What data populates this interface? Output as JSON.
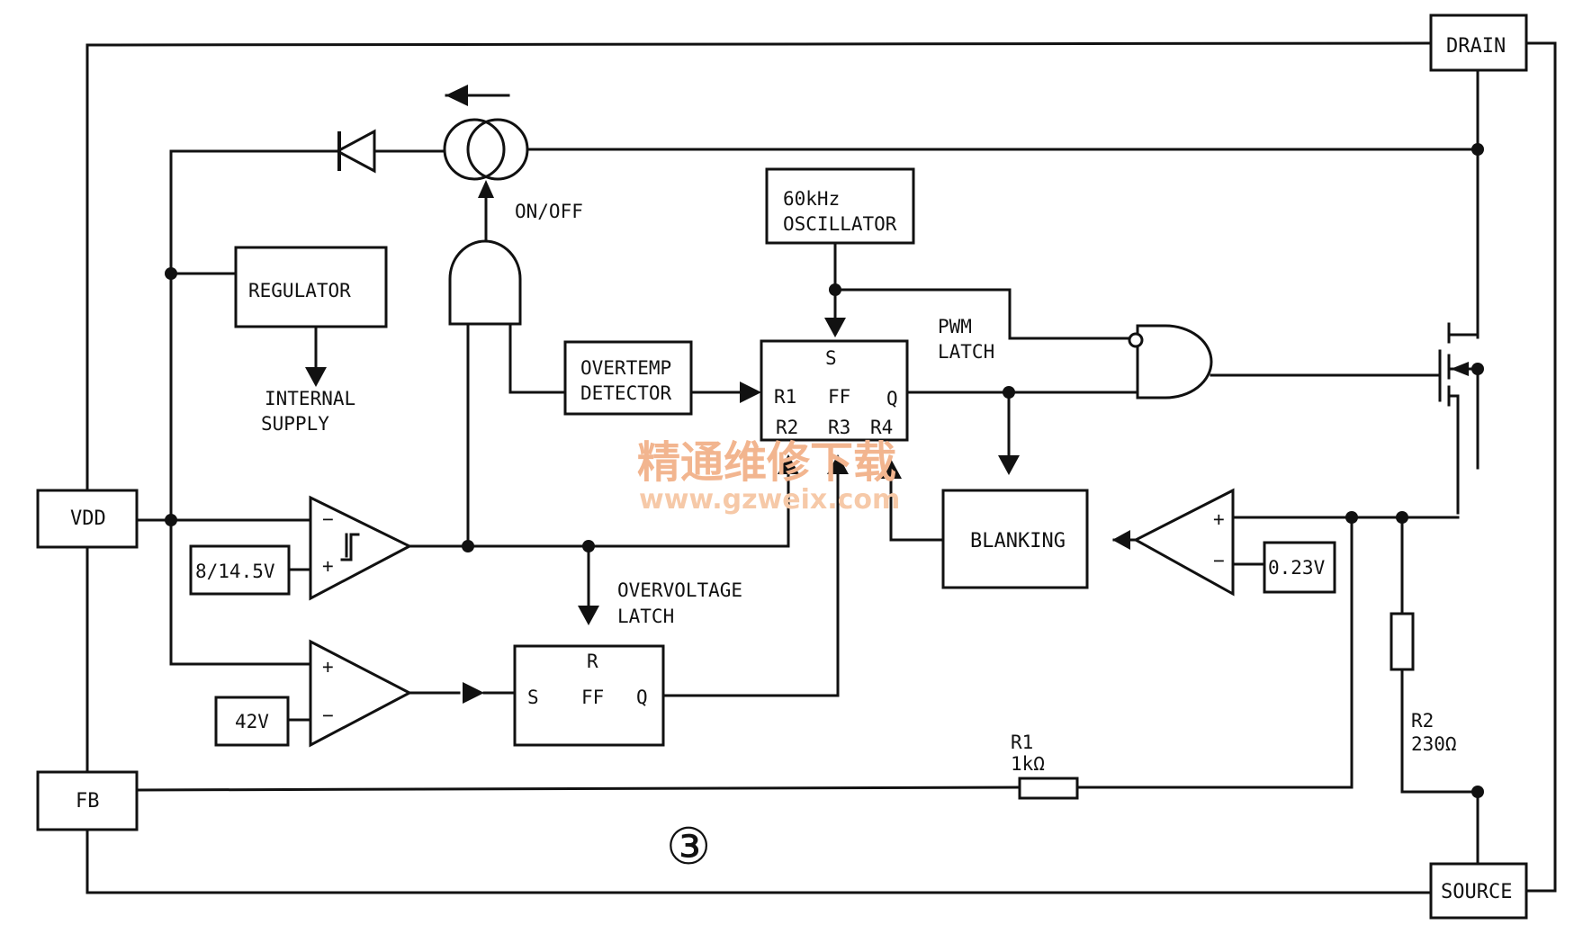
{
  "pins": {
    "drain": "DRAIN",
    "source": "SOURCE",
    "vdd": "VDD",
    "fb": "FB"
  },
  "blocks": {
    "regulator": "REGULATOR",
    "internal_supply_1": "INTERNAL",
    "internal_supply_2": "SUPPLY",
    "on_off": "ON/OFF",
    "oscillator_1": "60kHz",
    "oscillator_2": "OSCILLATOR",
    "pwm_latch_1": "PWM",
    "pwm_latch_2": "LATCH",
    "overtemp_1": "OVERTEMP",
    "overtemp_2": "DETECTOR",
    "blanking": "BLANKING",
    "overvoltage_1": "OVERVOLTAGE",
    "overvoltage_2": "LATCH"
  },
  "pwm_ff": {
    "s": "S",
    "r1": "R1",
    "ff": "FF",
    "q": "Q",
    "r2": "R2",
    "r3": "R3",
    "r4": "R4"
  },
  "ov_ff": {
    "r": "R",
    "s": "S",
    "ff": "FF",
    "q": "Q"
  },
  "references": {
    "uvlo": "8/14.5V",
    "ov": "42V",
    "current_sense": "0.23V"
  },
  "comparator_signs": {
    "plus": "+",
    "minus": "−"
  },
  "resistors": {
    "r1_name": "R1",
    "r1_value": "1kΩ",
    "r2_name": "R2",
    "r2_value": "230Ω"
  },
  "figure_number": "③",
  "watermark": {
    "line1": "精通维修下载",
    "line2": "www.gzweix.com"
  }
}
